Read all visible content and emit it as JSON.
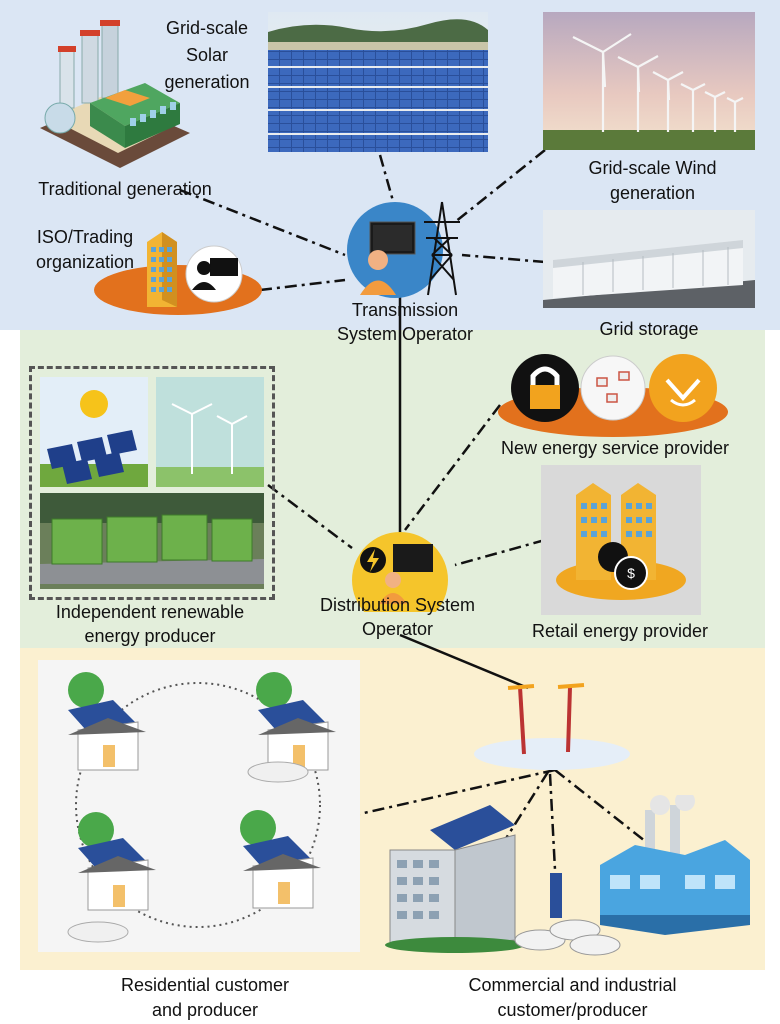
{
  "tiers": {
    "transmission": {
      "colors": {
        "bg": "#dbe6f4"
      },
      "nodes": {
        "traditional": {
          "label": "Traditional generation"
        },
        "solar": {
          "label_lines": [
            "Grid-scale",
            "Solar",
            "generation"
          ]
        },
        "wind": {
          "label_lines": [
            "Grid-scale Wind",
            "generation"
          ]
        },
        "iso": {
          "label_lines": [
            "ISO/Trading",
            "organization"
          ]
        },
        "storage": {
          "label": "Grid storage"
        },
        "tso": {
          "label_lines": [
            "Transmission",
            "System Operator"
          ]
        }
      }
    },
    "distribution": {
      "colors": {
        "bg": "#e3eedb"
      },
      "nodes": {
        "independent": {
          "label_lines": [
            "Independent renewable",
            "energy producer"
          ]
        },
        "new_service": {
          "label": "New energy service provider"
        },
        "retail": {
          "label": "Retail energy provider"
        },
        "dso": {
          "label_lines": [
            "Distribution System",
            "Operator"
          ]
        }
      }
    },
    "customers": {
      "colors": {
        "bg": "#fbf0d0"
      },
      "nodes": {
        "residential": {
          "label_lines": [
            "Residential customer",
            "and producer"
          ]
        },
        "commercial": {
          "label_lines": [
            "Commercial and industrial",
            "customer/producer"
          ]
        }
      }
    }
  },
  "colors": {
    "operator_blue": "#3a86c8",
    "operator_yellow": "#f5c52b",
    "platform_orange": "#e2711d",
    "link": "#111111"
  },
  "icons": [
    "tower-icon",
    "person-monitor-icon",
    "lightning-icon",
    "lock-icon",
    "network-icon",
    "handshake-wrench-icon",
    "utility-pole-icon",
    "plug-icon",
    "money-icon"
  ]
}
